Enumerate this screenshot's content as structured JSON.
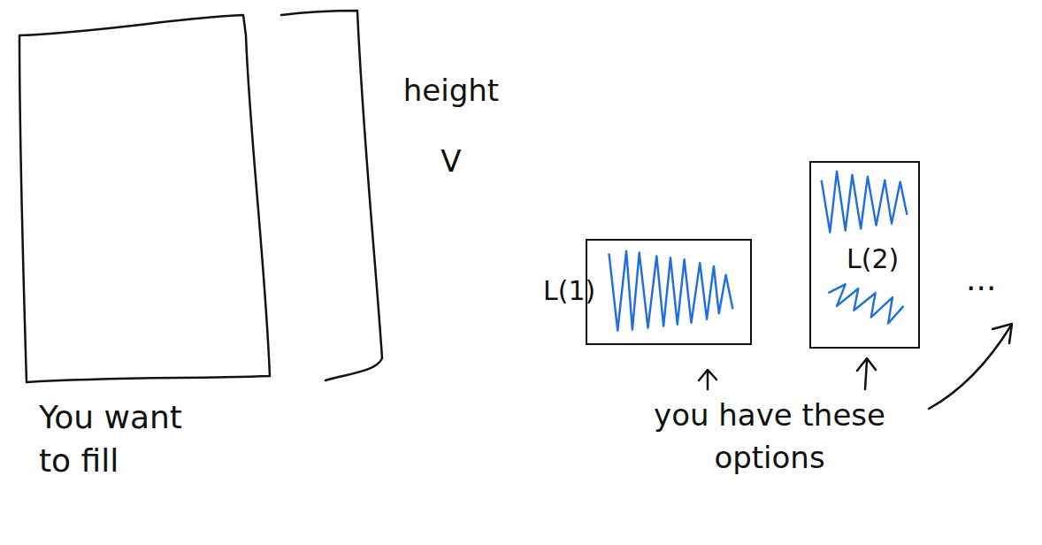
{
  "diagram": {
    "nodes": [
      {
        "text": [
          "L(1)"
        ]
      },
      {
        "text": [
          "L(2)"
        ]
      }
    ],
    "labels": [
      "height V",
      "You want to fill",
      "you have these options",
      "..."
    ]
  }
}
